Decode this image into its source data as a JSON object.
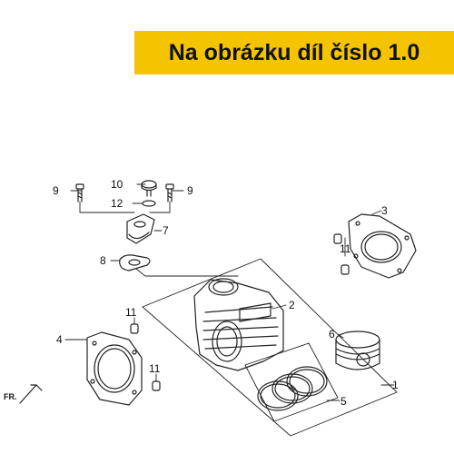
{
  "banner": {
    "text": "Na obrázku díl číslo 1.0",
    "color": "#f5c400"
  },
  "diagram": {
    "callouts": [
      "1",
      "2",
      "3",
      "4",
      "5",
      "6",
      "7",
      "8",
      "9",
      "9",
      "10",
      "11",
      "11",
      "11",
      "12"
    ],
    "direction_label": "FR."
  }
}
